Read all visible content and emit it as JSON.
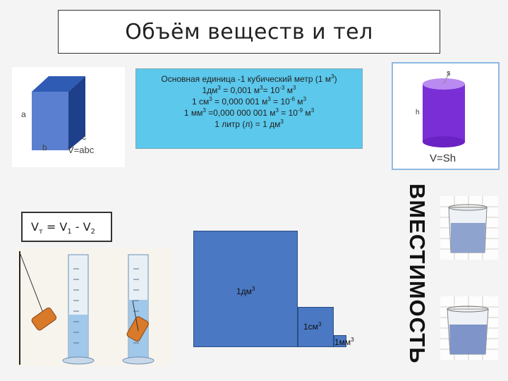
{
  "title": "Объём веществ и тел",
  "prism": {
    "label_a": "a",
    "label_b": "b",
    "label_c": "c",
    "formula": "V=abc"
  },
  "info": {
    "line1": {
      "pre": "Основная единица -1 кубический метр (1 м",
      "sup1": "3",
      "post": ")"
    },
    "line2": {
      "a": "1дм",
      "s1": "3",
      "b": "  = 0,001 м",
      "s2": "3",
      "c": "= 10",
      "s3": "-3",
      "d": " м",
      "s4": "3"
    },
    "line3": {
      "a": "1 см",
      "s1": "3",
      "b": " = 0,000 001 м",
      "s2": "3",
      "c": " = 10",
      "s3": "-6",
      "d": " м",
      "s4": "3"
    },
    "line4": {
      "a": "1 мм",
      "s1": "3",
      "b": " =0,000 000 001 м",
      "s2": "3",
      "c": " = 10",
      "s3": "-9",
      "d": " м",
      "s4": "3"
    },
    "line5": {
      "a": "1 литр (л) = 1 дм",
      "s1": "3"
    }
  },
  "cylinder": {
    "label_s": "s",
    "label_h": "h",
    "formula": "V=Sh"
  },
  "formula": {
    "v": "V",
    "sub_t": "т",
    "eq": " = V",
    "sub_1": "1",
    "minus": "  - V",
    "sub_2": "2"
  },
  "cubes": {
    "dm": {
      "text": "1дм",
      "sup": "3"
    },
    "cm": {
      "text": "1см",
      "sup": "3"
    },
    "mm": {
      "text": "1мм",
      "sup": "3"
    }
  },
  "capacity_word": "ВМЕСТИМОСТЬ",
  "colors": {
    "info_bg": "#5bc8ec",
    "cube_fill": "#4a78c2",
    "cylinder_fill": "#7a2fd6",
    "prism_front": "#5b7fd0"
  }
}
